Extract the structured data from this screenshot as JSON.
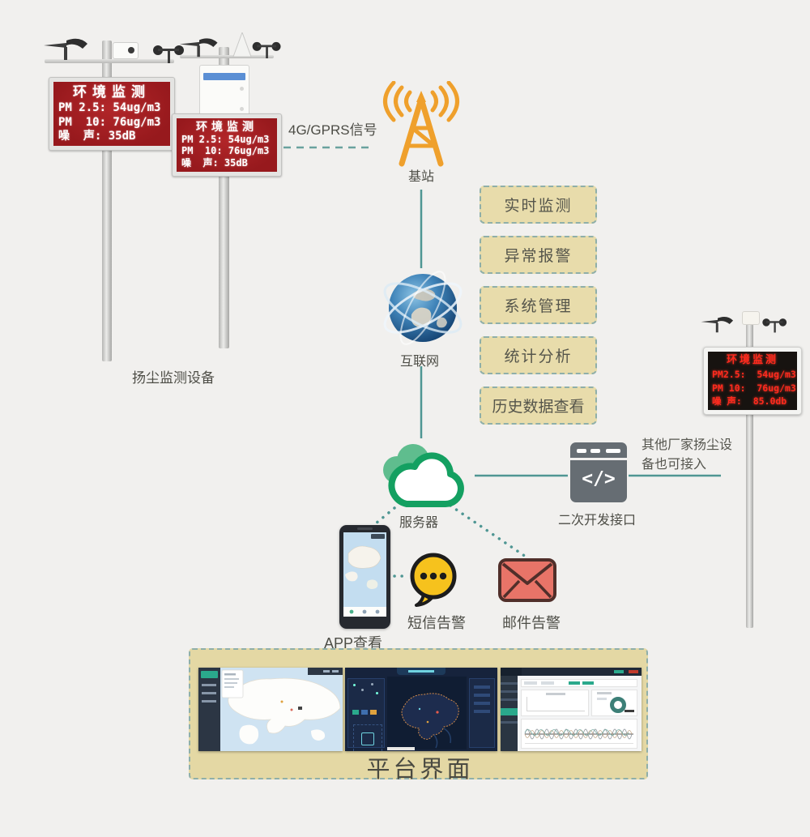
{
  "page": {
    "background": "#f1f0ee"
  },
  "devices": {
    "left_group_label": "扬尘监测设备",
    "led_display": {
      "title": "环境监测",
      "lines": [
        "PM 2.5: 54ug/m3",
        "PM  10: 76ug/m3",
        "噪  声: 35dB"
      ]
    },
    "right_station_display": {
      "title": "环境监测",
      "lines": [
        "PM2.5:  54ug/m3",
        "PM 10:  76ug/m3",
        "噪 声:  85.0db"
      ]
    }
  },
  "network": {
    "signal_label": "4G/GPRS信号",
    "base_station_label": "基站",
    "internet_label": "互联网",
    "server_label": "服务器",
    "dev_api_label": "二次开发接口",
    "dev_api_glyph": "</>",
    "third_party_note": [
      "其他厂家扬尘设",
      "备也可接入"
    ]
  },
  "features": [
    {
      "label": "实时监测"
    },
    {
      "label": "异常报警"
    },
    {
      "label": "系统管理"
    },
    {
      "label": "统计分析"
    },
    {
      "label": "历史数据查看"
    }
  ],
  "alerts": {
    "app_label": "APP查看",
    "sms_label": "短信告警",
    "email_label": "邮件告警"
  },
  "platform": {
    "label": "平台界面"
  },
  "icons": {
    "base_station": "antenna-tower-icon",
    "internet": "globe-icon",
    "server": "cloud-icon",
    "dev_api": "code-window-icon",
    "app": "smartphone-icon",
    "sms": "chat-bubble-icon",
    "email": "envelope-icon"
  },
  "colors": {
    "accent_teal": "#4f9693",
    "box_bg": "#e8dcab",
    "box_border": "#8fafa9",
    "tower_orange": "#efa02c",
    "cloud_green": "#14a061",
    "led_red_bg": "#a32125",
    "led_red_text": "#ff2a1e",
    "sms_yellow": "#f6c21d",
    "email_red": "#e87468"
  }
}
